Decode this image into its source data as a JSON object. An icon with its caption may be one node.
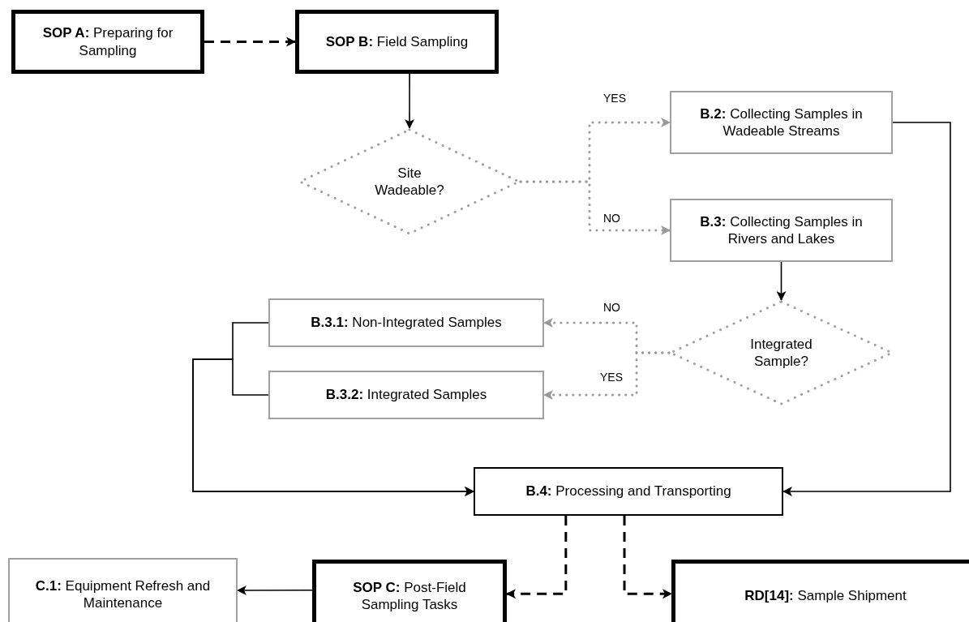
{
  "diagram": {
    "nodes": [
      {
        "text": [
          "**SOP A:** Preparing for Sampling"
        ]
      },
      {
        "text": [
          "**SOP B:** Field Sampling"
        ]
      },
      {
        "text": [
          "Site Wadeable?"
        ]
      },
      {
        "text": [
          "**B.2:** Collecting Samples in Wadeable Streams"
        ]
      },
      {
        "text": [
          "**B.3:** Collecting Samples in Rivers and Lakes"
        ]
      },
      {
        "text": [
          "Integrated Sample?"
        ]
      },
      {
        "text": [
          "**B.3.1:** Non-Integrated Samples"
        ]
      },
      {
        "text": [
          "**B.3.2:** Integrated Samples"
        ]
      },
      {
        "text": [
          "**B.4:** Processing and Transporting"
        ]
      },
      {
        "text": [
          "**C.1:** Equipment Refresh and Maintenance"
        ]
      },
      {
        "text": [
          "**SOP C:** Post-Field Sampling Tasks"
        ]
      },
      {
        "text": [
          "**RD[14]:** Sample Shipment"
        ]
      }
    ],
    "edges": [
      {
        "from": 0,
        "to": 1,
        "arrow": "to",
        "style": "dashed"
      },
      {
        "from": 1,
        "to": 2,
        "arrow": "to"
      },
      {
        "from": 2,
        "to": 3,
        "arrow": "to",
        "label": "YES",
        "style": "dashed",
        "color": "#999999"
      },
      {
        "from": 2,
        "to": 4,
        "arrow": "to",
        "label": "NO",
        "style": "dashed",
        "color": "#999999"
      },
      {
        "from": 4,
        "to": 5,
        "arrow": "to"
      },
      {
        "from": 5,
        "to": 6,
        "arrow": "to",
        "label": "NO",
        "style": "dashed",
        "color": "#999999"
      },
      {
        "from": 5,
        "to": 7,
        "arrow": "to",
        "label": "YES",
        "style": "dashed",
        "color": "#999999"
      },
      {
        "from": 3,
        "to": 8,
        "arrow": "to"
      },
      {
        "from": 6,
        "to": 8,
        "arrow": "to"
      },
      {
        "from": 7,
        "to": 8,
        "arrow": "to"
      },
      {
        "from": 8,
        "to": 10,
        "arrow": "to",
        "style": "dashed"
      },
      {
        "from": 8,
        "to": 11,
        "arrow": "to",
        "style": "dashed"
      },
      {
        "from": 10,
        "to": 9,
        "arrow": "to"
      }
    ]
  }
}
